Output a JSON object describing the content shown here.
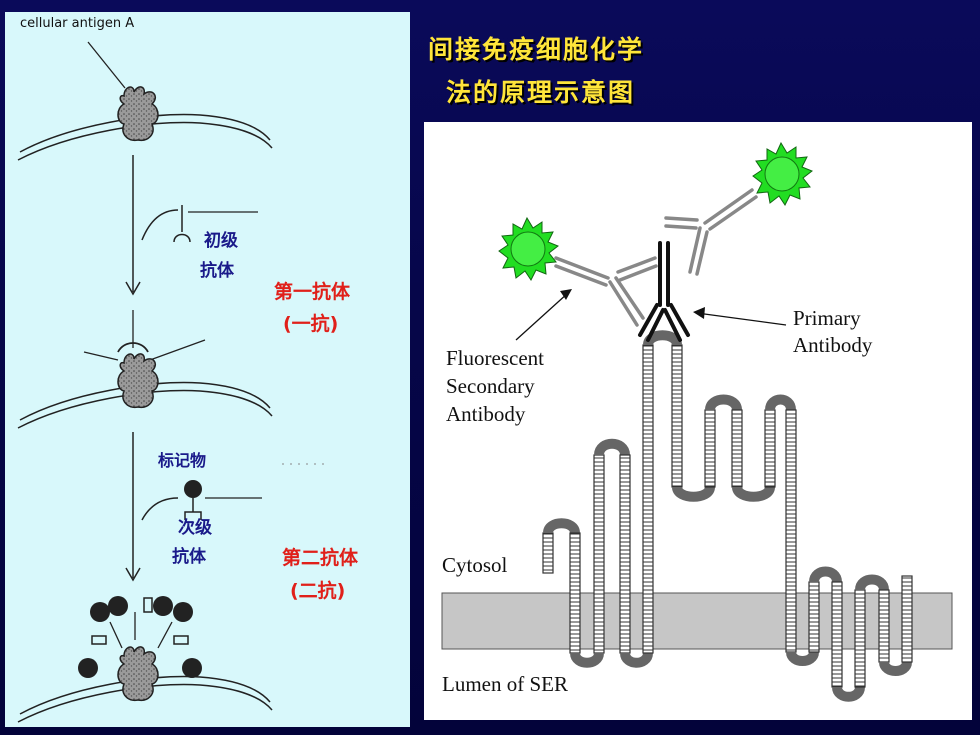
{
  "slide": {
    "title_line1": "间接免疫细胞化学",
    "title_line2": "法的原理示意图"
  },
  "left_panel": {
    "antigen_label": "cellular antigen A",
    "primary_ab_cn_line1": "初级",
    "primary_ab_cn_line2": "抗体",
    "first_antibody_line1": "第一抗体",
    "first_antibody_line2": "(一抗)",
    "marker_label": "标记物",
    "secondary_ab_cn_line1": "次级",
    "secondary_ab_cn_line2": "抗体",
    "second_antibody_line1": "第二抗体",
    "second_antibody_line2": "(二抗)"
  },
  "right_panel": {
    "primary_line1": "Primary",
    "primary_line2": "Antibody",
    "fluor_line1": "Fluorescent",
    "fluor_line2": "Secondary",
    "fluor_line3": "Antibody",
    "cytosol_label": "Cytosol",
    "lumen_label": "Lumen of SER"
  },
  "colors": {
    "background": "#06064a",
    "title": "#ffe53a",
    "left_panel_bg": "#d8f8fb",
    "red_label": "#e0201a",
    "blue_label": "#1a1a8a",
    "fluor_green": "#22dd22",
    "membrane_band": "#c6c6c6"
  }
}
